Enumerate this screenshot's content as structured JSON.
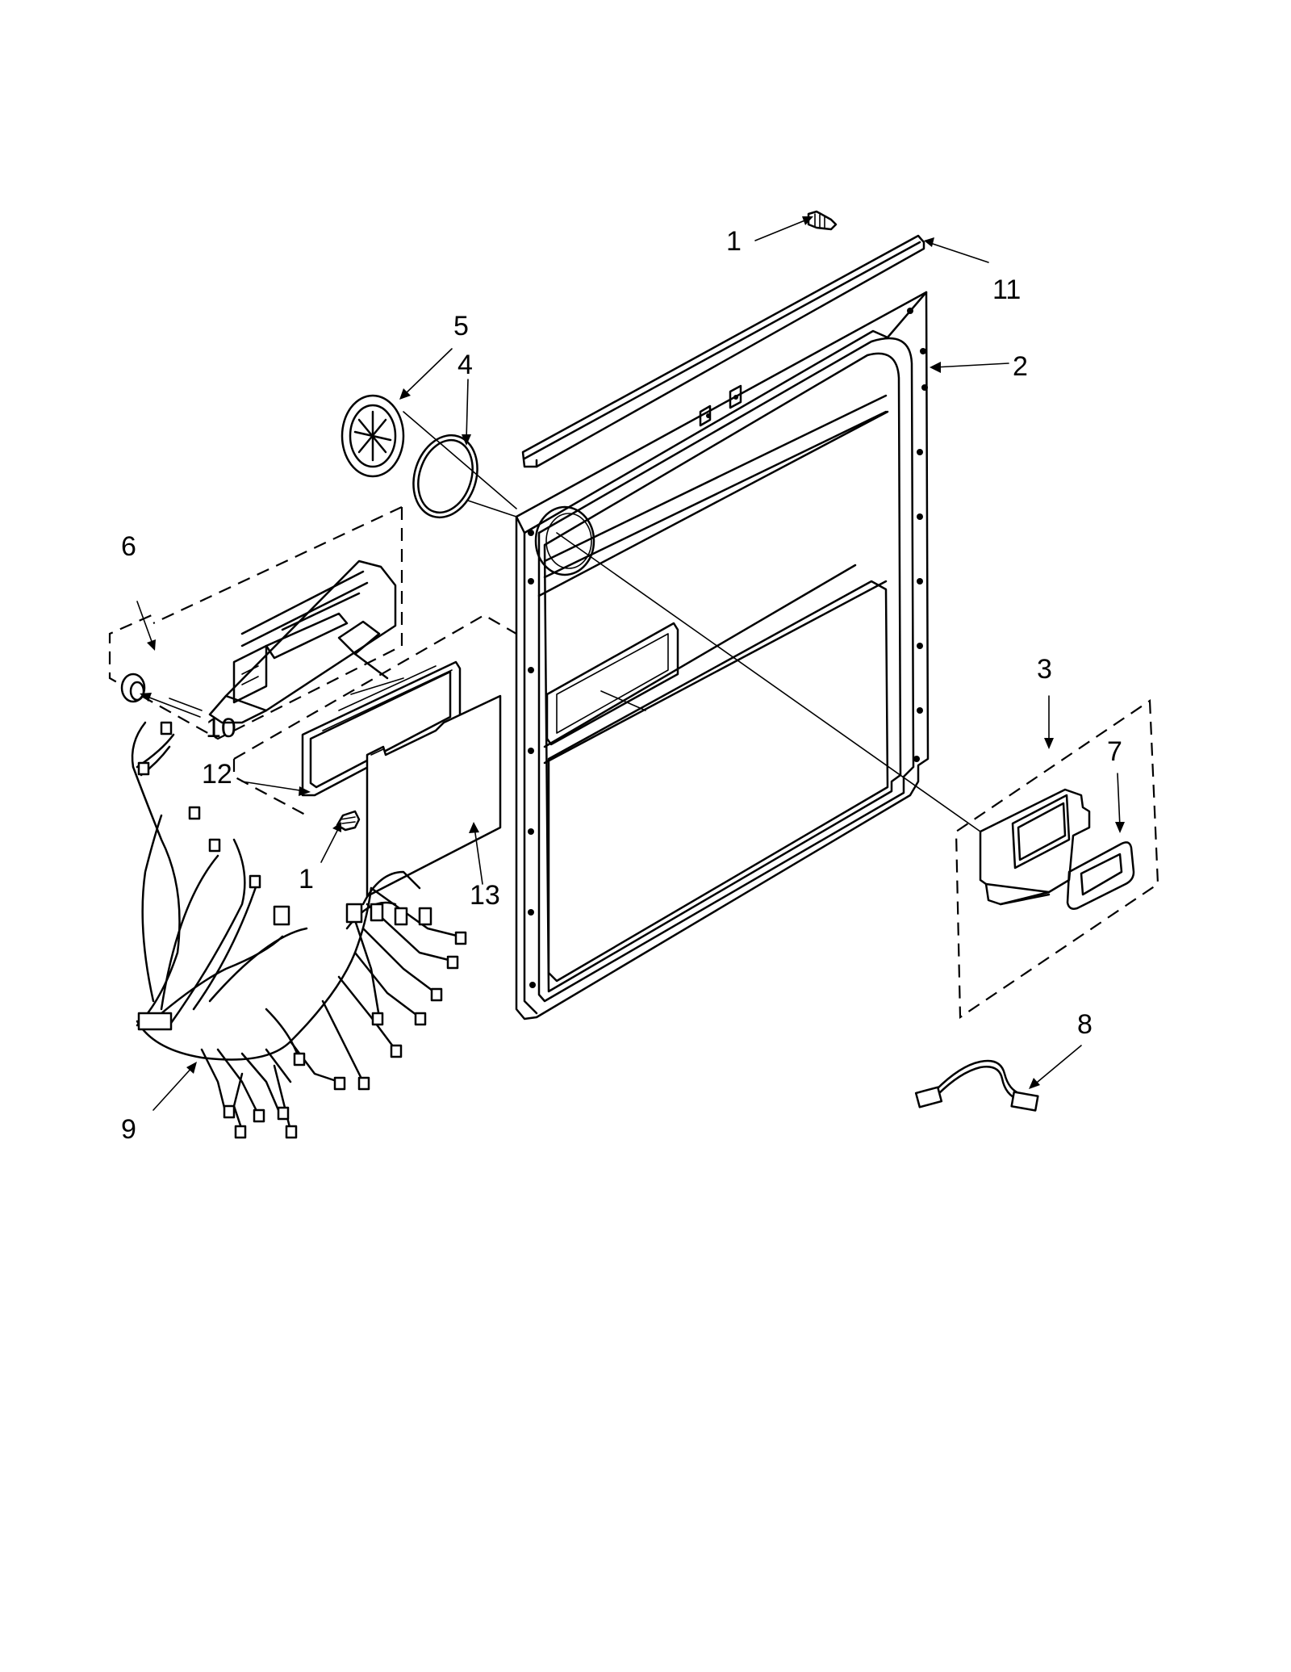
{
  "callouts": {
    "c1_top": "1",
    "c11": "11",
    "c2": "2",
    "c5": "5",
    "c4": "4",
    "c6": "6",
    "c10": "10",
    "c12": "12",
    "c1_mid": "1",
    "c13": "13",
    "c3": "3",
    "c7": "7",
    "c8": "8",
    "c9": "9"
  }
}
